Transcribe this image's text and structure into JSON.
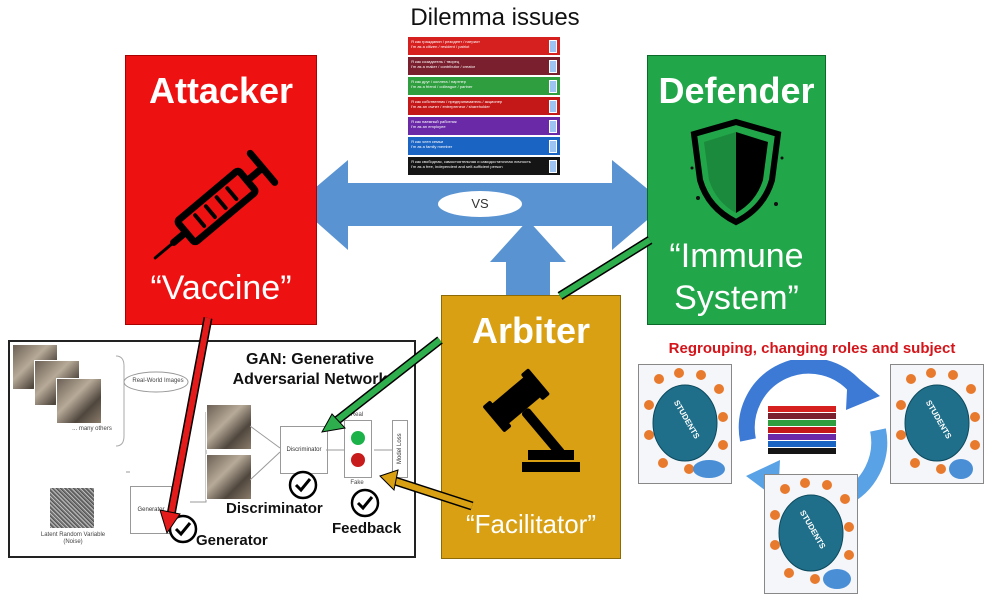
{
  "title": "Dilemma issues",
  "vs_label": "VS",
  "attacker": {
    "title": "Attacker",
    "subtitle": "“Vaccine”",
    "color": "#ee1111"
  },
  "defender": {
    "title": "Defender",
    "subtitle_line1": "“Immune",
    "subtitle_line2": "System”",
    "color": "#22a64a"
  },
  "arbiter": {
    "title": "Arbiter",
    "subtitle": "“Facilitator”",
    "color": "#d8a012"
  },
  "dilemma_rows": [
    {
      "line1": "Я как гражданин / резидент / патриот",
      "line2": "I'm as a citizen / resident / patriot",
      "color": "#d61f1f"
    },
    {
      "line1": "Я как созидатель / творец",
      "line2": "I'm as a maker / contributor / creator",
      "color": "#7a1f2d"
    },
    {
      "line1": "Я как друг / коллега / партнер",
      "line2": "I'm as a friend / colleague / partner",
      "color": "#2e9e3e"
    },
    {
      "line1": "Я как собственник / предприниматель / акционер",
      "line2": "I'm as an owner / entrepreneur / shareholder",
      "color": "#c41818"
    },
    {
      "line1": "Я как наемный работник",
      "line2": "I'm as an employee",
      "color": "#6a2aa8"
    },
    {
      "line1": "Я как член семьи",
      "line2": "I'm as a family member",
      "color": "#1a64c4"
    },
    {
      "line1": "Я как свободная, самостоятельная и самодостаточная личность",
      "line2": "I'm as a free, independent and self-sufficient person",
      "color": "#151515"
    }
  ],
  "gan": {
    "title_line1": "GAN: Generative",
    "title_line2": "Adversarial Network",
    "real_world_images": "Real-World Images",
    "many_others": "... many others",
    "latent": "Latent Random Variable",
    "noise": "(Noise)",
    "generator_box": "Generator",
    "discriminator_box": "Discriminator",
    "real": "Real",
    "fake": "Fake",
    "model_loss": "Model Loss",
    "generator_label": "Generator",
    "discriminator_label": "Discriminator",
    "feedback_label": "Feedback"
  },
  "regroup_label": "Regrouping, changing roles and subject",
  "students_label": "STUDENTS",
  "icons": [
    "syringe-icon",
    "shield-icon",
    "gavel-icon",
    "checkmark-icon",
    "cycle-arrows-icon"
  ]
}
